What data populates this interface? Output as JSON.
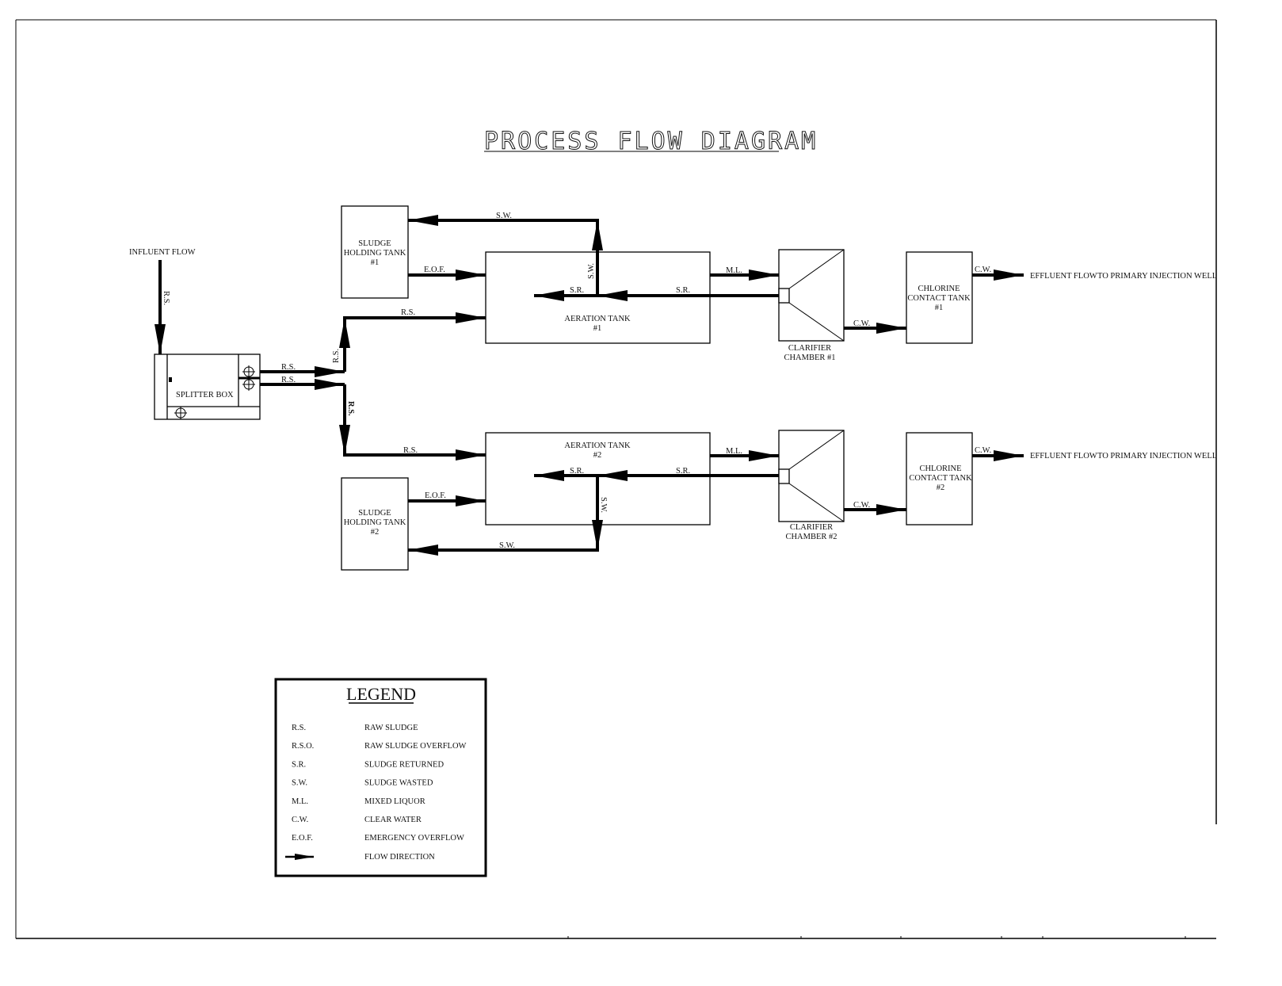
{
  "title": "PROCESS FLOW DIAGRAM",
  "influent": {
    "label": "INFLUENT FLOW",
    "line_label": "R.S."
  },
  "splitter_box": {
    "label": "SPLITTER BOX",
    "out_top_label": "R.S.",
    "out_bottom_label": "R.S."
  },
  "branch": {
    "up_label": "R.S.",
    "down_label": "R.S."
  },
  "train1": {
    "sludge_tank": {
      "line1": "SLUDGE",
      "line2": "HOLDING TANK",
      "line3": "#1"
    },
    "aeration_tank": {
      "line1": "AERATION TANK",
      "line2": "#1"
    },
    "clarifier": {
      "line1": "CLARIFIER",
      "line2": "CHAMBER #1"
    },
    "chlorine_tank": {
      "line1": "CHLORINE",
      "line2": "CONTACT TANK",
      "line3": "#1"
    },
    "labels": {
      "sw_top": "S.W.",
      "sw_vertical": "S.W.",
      "eof": "E.O.F.",
      "rs_in": "R.S.",
      "sr_left": "S.R.",
      "sr_right": "S.R.",
      "ml": "M.L.",
      "cw_mid": "C.W.",
      "cw_out": "C.W."
    },
    "effluent_a": "EFFLUENT FLOW",
    "effluent_b": "TO PRIMARY INJECTION WELL"
  },
  "train2": {
    "sludge_tank": {
      "line1": "SLUDGE",
      "line2": "HOLDING TANK",
      "line3": "#2"
    },
    "aeration_tank": {
      "line1": "AERATION TANK",
      "line2": "#2"
    },
    "clarifier": {
      "line1": "CLARIFIER",
      "line2": "CHAMBER #2"
    },
    "chlorine_tank": {
      "line1": "CHLORINE",
      "line2": "CONTACT TANK",
      "line3": "#2"
    },
    "labels": {
      "sw_bottom": "S.W.",
      "sw_vertical": "S.W.",
      "eof": "E.O.F.",
      "rs_in": "R.S.",
      "sr_left": "S.R.",
      "sr_right": "S.R.",
      "ml": "M.L.",
      "cw_mid": "C.W.",
      "cw_out": "C.W."
    },
    "effluent_a": "EFFLUENT FLOW",
    "effluent_b": "TO PRIMARY INJECTION WELL"
  },
  "legend": {
    "title": "LEGEND",
    "items": [
      {
        "abbr": "R.S.",
        "meaning": "RAW SLUDGE"
      },
      {
        "abbr": "R.S.O.",
        "meaning": "RAW SLUDGE OVERFLOW"
      },
      {
        "abbr": "S.R.",
        "meaning": "SLUDGE RETURNED"
      },
      {
        "abbr": "S.W.",
        "meaning": "SLUDGE WASTED"
      },
      {
        "abbr": "M.L.",
        "meaning": "MIXED LIQUOR"
      },
      {
        "abbr": "C.W.",
        "meaning": "CLEAR WATER"
      },
      {
        "abbr": "E.O.F.",
        "meaning": "EMERGENCY OVERFLOW"
      }
    ],
    "flow_direction": "FLOW DIRECTION"
  }
}
